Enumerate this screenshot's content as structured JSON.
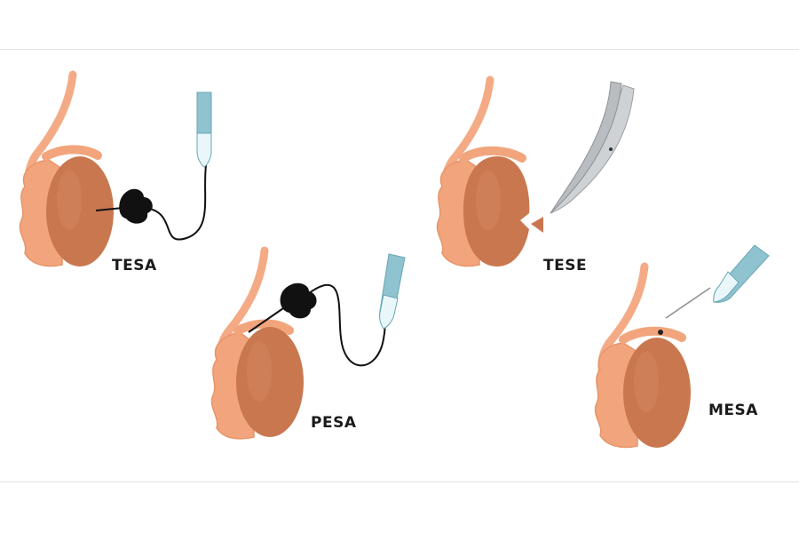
{
  "procedures": [
    {
      "label": "TESA",
      "tool": "needle-with-syringe"
    },
    {
      "label": "PESA",
      "tool": "needle-with-syringe"
    },
    {
      "label": "TESE",
      "tool": "surgical-scissors"
    },
    {
      "label": "MESA",
      "tool": "micro-needle"
    }
  ],
  "colors": {
    "testis": "#c9774f",
    "epididymis": "#f2a57c",
    "cord": "#f4ab85",
    "syringe": "#8ec3cf",
    "syringe_tip": "#e9f7fb",
    "bulb": "#111111",
    "steel": "#b9bcc0",
    "background": "#ffffff"
  }
}
